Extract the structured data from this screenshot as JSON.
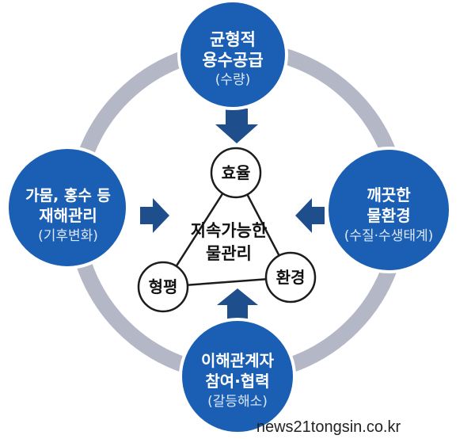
{
  "colors": {
    "ring": "#b4b7c6",
    "node_fill": "#1a5fb4",
    "node_stroke": "#ffffff",
    "arrow": "#1f4e8c",
    "triangle": "#1c1c1c",
    "inner_fill": "#ffffff",
    "text_dark": "#111111"
  },
  "nodes": {
    "top": {
      "line1": "균형적",
      "line2": "용수공급",
      "sub": "(수량)"
    },
    "left": {
      "line1": "가뭄, 홍수 등",
      "line2": "재해관리",
      "sub": "(기후변화)"
    },
    "right": {
      "line1": "깨끗한",
      "line2": "물환경",
      "sub": "(수질·수생태계)"
    },
    "bottom": {
      "line1": "이해관계자",
      "line2": "참여·협력",
      "sub": "(갈등해소)"
    }
  },
  "center": {
    "title_line1": "지속가능한",
    "title_line2": "물관리",
    "vertices": {
      "top": "효율",
      "left": "형평",
      "right": "환경"
    }
  },
  "watermark": "news21tongsin.co.kr"
}
